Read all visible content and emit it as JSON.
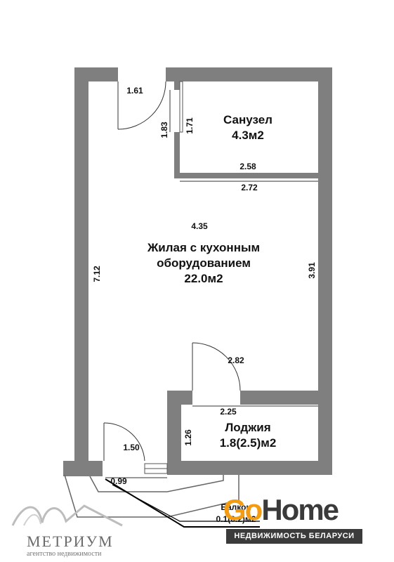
{
  "rooms": {
    "bathroom": {
      "name": "Санузел",
      "area": "4.3м2"
    },
    "living": {
      "name_line1": "Жилая с кухонным",
      "name_line2": "оборудованием",
      "area": "22.0м2"
    },
    "loggia": {
      "name": "Лоджия",
      "area": "1.8(2.5)м2"
    },
    "balcony": {
      "name": "Балкон",
      "area": "0.1(0.2)м2"
    }
  },
  "dimensions": {
    "entrance_width": "1.61",
    "corridor_length_left": "1.83",
    "corridor_length_right": "1.71",
    "bathroom_width": "2.58",
    "living_width_top": "2.72",
    "living_width_mid": "4.35",
    "living_length_left": "7.12",
    "living_length_right": "3.91",
    "loggia_door_width": "2.82",
    "loggia_width": "2.25",
    "loggia_depth": "1.26",
    "balcony_door_width": "1.50",
    "balcony_width": "0.99"
  },
  "branding": {
    "metrium_name": "МЕТРИУМ",
    "metrium_subtitle": "агентство недвижимости",
    "gohome_go": "Go",
    "gohome_home": "Home",
    "gohome_tagline": "НЕДВИЖИМОСТЬ БЕЛАРУСИ"
  },
  "colors": {
    "wall": "#7f7f7f",
    "gohome_accent": "#f39c12",
    "gohome_bar": "#3b3b3b"
  }
}
